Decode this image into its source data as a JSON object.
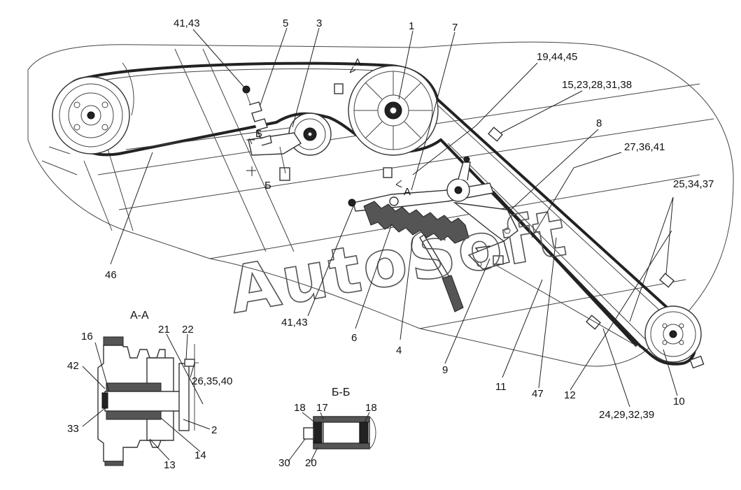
{
  "section_titles": {
    "aa": "А-А",
    "bb": "Б-Б"
  },
  "section_markers": {
    "a_top": "А",
    "a_bottom": "А",
    "b_top": "Б",
    "b_bottom": "Б"
  },
  "callouts": {
    "c1": "1",
    "c3": "3",
    "c5": "5",
    "c7": "7",
    "c41_43_top": "41,43",
    "c19_44_45": "19,44,45",
    "c15_23": "15,23,28,31,38",
    "c8": "8",
    "c27_36_41": "27,36,41",
    "c25_34_37": "25,34,37",
    "c46": "46",
    "c41_43_bottom": "41,43",
    "c6": "6",
    "c4": "4",
    "c9": "9",
    "c11": "11",
    "c47": "47",
    "c12": "12",
    "c10": "10",
    "c24_29": "24,29,32,39",
    "aa_16": "16",
    "aa_21": "21",
    "aa_22": "22",
    "aa_42": "42",
    "aa_26_35_40": "26,35,40",
    "aa_33": "33",
    "aa_2": "2",
    "aa_13": "13",
    "aa_14": "14",
    "bb_18_left": "18",
    "bb_17": "17",
    "bb_18_right": "18",
    "bb_30": "30",
    "bb_20": "20"
  },
  "watermark": "AutoSoft"
}
